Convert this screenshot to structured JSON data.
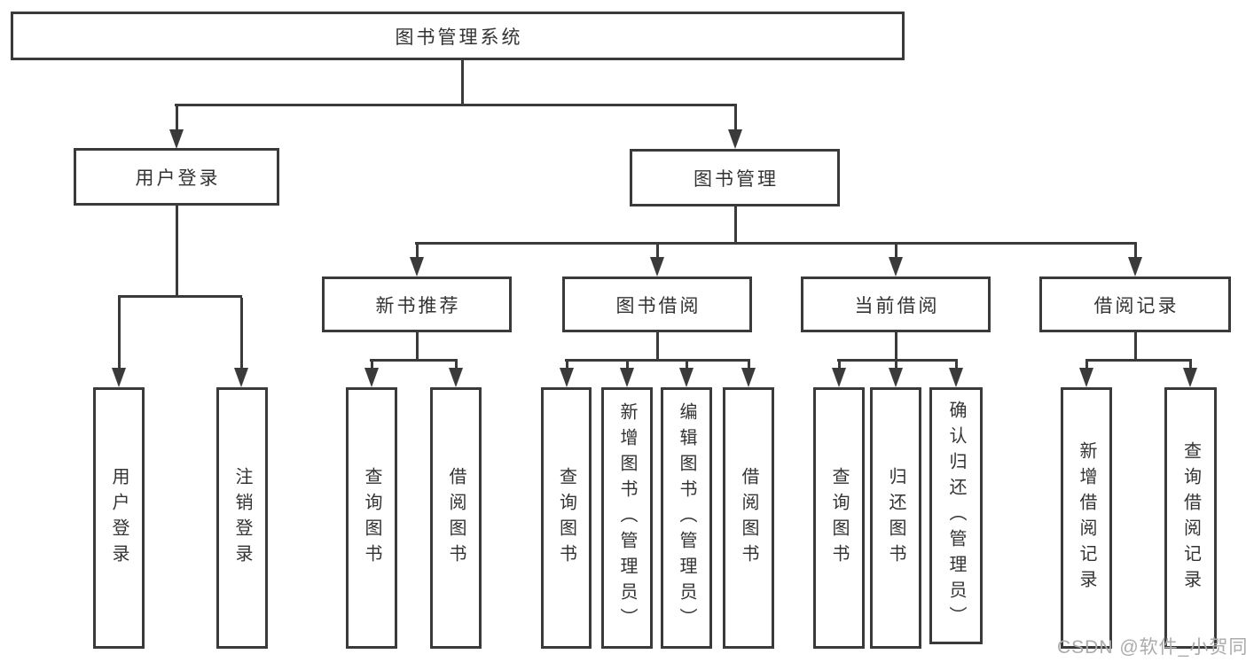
{
  "diagram": {
    "title": "图书管理系统",
    "branches": [
      {
        "label": "用户登录",
        "children": [
          {
            "label": "用户登录"
          },
          {
            "label": "注销登录"
          }
        ]
      },
      {
        "label": "图书管理",
        "children": [
          {
            "label": "新书推荐",
            "children": [
              {
                "label": "查询图书"
              },
              {
                "label": "借阅图书"
              }
            ]
          },
          {
            "label": "图书借阅",
            "children": [
              {
                "label": "查询图书"
              },
              {
                "label": "新增图书（管理员）"
              },
              {
                "label": "编辑图书（管理员）"
              },
              {
                "label": "借阅图书"
              }
            ]
          },
          {
            "label": "当前借阅",
            "children": [
              {
                "label": "查询图书"
              },
              {
                "label": "归还图书"
              },
              {
                "label": "确认归还（管理员）"
              }
            ]
          },
          {
            "label": "借阅记录",
            "children": [
              {
                "label": "新增借阅记录"
              },
              {
                "label": "查询借阅记录"
              }
            ]
          }
        ]
      }
    ]
  },
  "watermark": {
    "text": "CSDN @软件_小贺同学"
  },
  "colors": {
    "line": "#3a3a3a",
    "text": "#333333",
    "watermark": "#ababab",
    "bg": "#ffffff"
  }
}
